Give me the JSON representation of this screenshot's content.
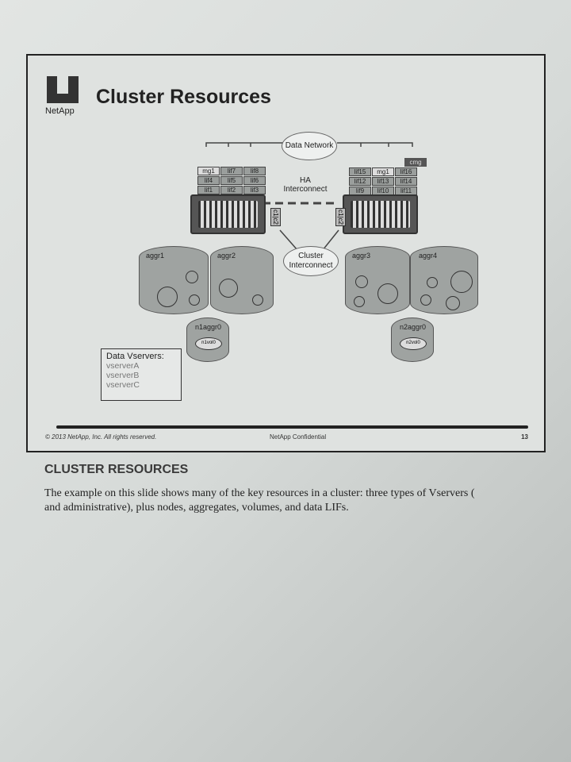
{
  "slide": {
    "title": "Cluster Resources",
    "logo_text": "NetApp",
    "data_network": "Data Network",
    "ha_interconnect": "HA Interconnect",
    "cluster_interconnect": "Cluster Interconnect",
    "node1_lifs": [
      "mg1",
      "lif7",
      "lif8",
      "lif4",
      "lif5",
      "lif6",
      "lif1",
      "lif2",
      "lif3"
    ],
    "node2_lifs": [
      "lif15",
      "mg1",
      "lif16",
      "lif12",
      "lif13",
      "lif14",
      "lif9",
      "lif10",
      "lif11"
    ],
    "cmg": "cmg",
    "ports": "c1|c2",
    "aggregates": [
      "aggr1",
      "aggr2",
      "aggr3",
      "aggr4"
    ],
    "root_aggrs": [
      {
        "name": "n1aggr0",
        "vol": "n1vol0"
      },
      {
        "name": "n2aggr0",
        "vol": "n2vol0"
      }
    ],
    "vservers_title": "Data Vservers:",
    "vservers": [
      "vserverA",
      "vserverB",
      "vserverC"
    ],
    "footer_left": "© 2013 NetApp, Inc. All rights reserved.",
    "footer_center": "NetApp Confidential",
    "page_number": "13"
  },
  "notes": {
    "heading": "CLUSTER RESOURCES",
    "line1": "The example on this slide shows many of the key resources in a cluster: three types of Vservers (",
    "line2": "and administrative), plus nodes, aggregates, volumes, and data LIFs."
  }
}
